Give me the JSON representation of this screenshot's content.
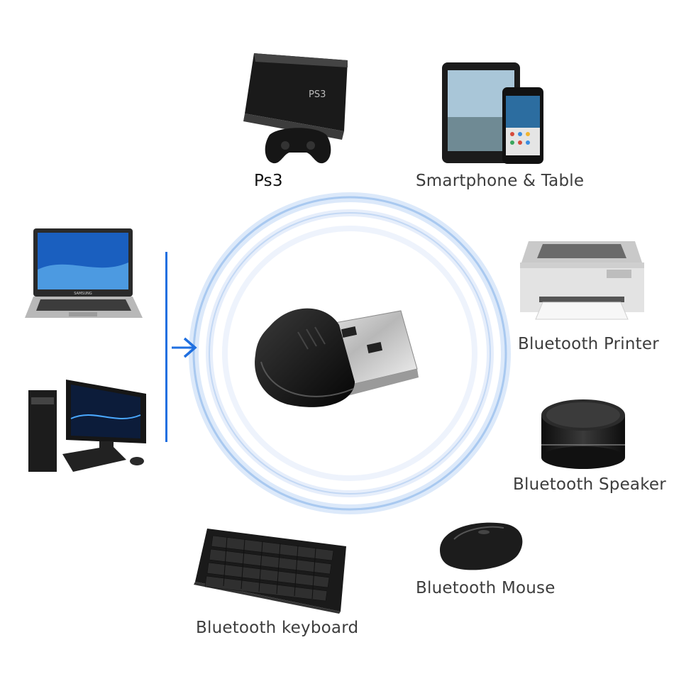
{
  "devices": {
    "ps3": {
      "label": "Ps3",
      "icon": "ps3-console-icon"
    },
    "smartphone_tablet": {
      "label": "Smartphone & Table",
      "icon": "tablet-phone-icon"
    },
    "printer": {
      "label": "Bluetooth Printer",
      "icon": "printer-icon"
    },
    "speaker": {
      "label": "Bluetooth Speaker",
      "icon": "speaker-icon"
    },
    "mouse": {
      "label": "Bluetooth Mouse",
      "icon": "mouse-icon"
    },
    "keyboard": {
      "label": "Bluetooth keyboard",
      "icon": "keyboard-icon"
    },
    "laptop": {
      "icon": "laptop-icon",
      "brand": "SAMSUNG"
    },
    "desktop": {
      "icon": "desktop-computer-icon"
    },
    "ps3_logo": "PS3"
  },
  "colors": {
    "connector": "#1f6fe0",
    "ring": "#8fb8ec",
    "label_text": "#3d3d3d"
  }
}
